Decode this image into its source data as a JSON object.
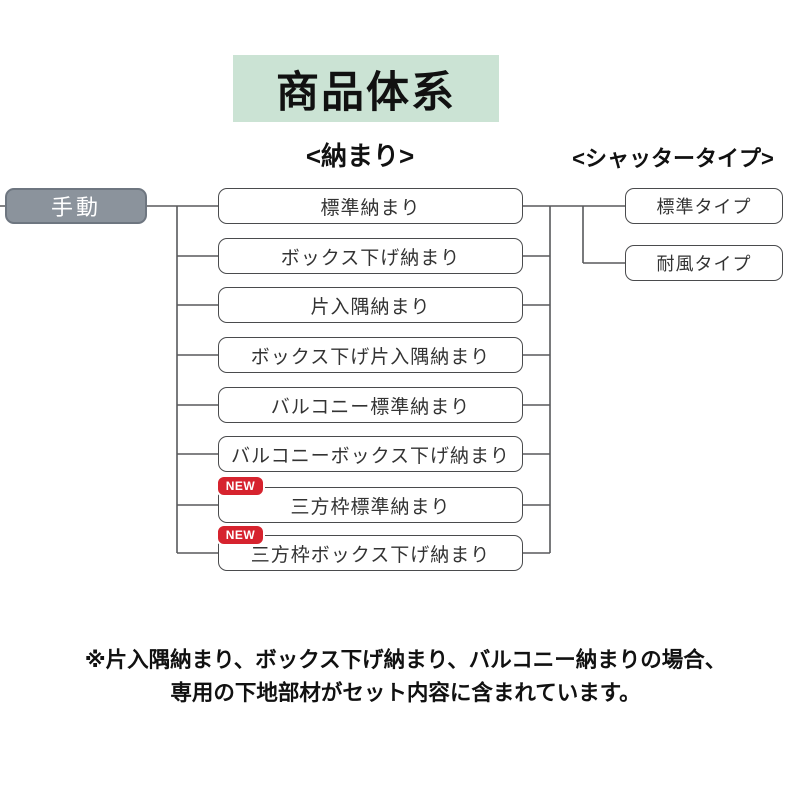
{
  "title": "商品体系",
  "headers": {
    "fitting": "<納まり>",
    "shutter": "<シャッタータイプ>"
  },
  "root": {
    "label": "手動"
  },
  "badge": "NEW",
  "fittings": [
    {
      "label": "標準納まり",
      "new": false
    },
    {
      "label": "ボックス下げ納まり",
      "new": false
    },
    {
      "label": "片入隅納まり",
      "new": false
    },
    {
      "label": "ボックス下げ片入隅納まり",
      "new": false
    },
    {
      "label": "バルコニー標準納まり",
      "new": false
    },
    {
      "label": "バルコニーボックス下げ納まり",
      "new": false
    },
    {
      "label": "三方枠標準納まり",
      "new": true
    },
    {
      "label": "三方枠ボックス下げ納まり",
      "new": true
    }
  ],
  "shutter_types": [
    {
      "label": "標準タイプ"
    },
    {
      "label": "耐風タイプ"
    }
  ],
  "note": {
    "line1": "※片入隅納まり、ボックス下げ納まり、バルコニー納まりの場合、",
    "line2": "専用の下地部材がセット内容に含まれています。"
  },
  "colors": {
    "title_bg": "#cbe3d4",
    "root_bg": "#8b939c",
    "badge_bg": "#d6232e",
    "box_border": "#4a4b4d",
    "line": "#58595b"
  }
}
